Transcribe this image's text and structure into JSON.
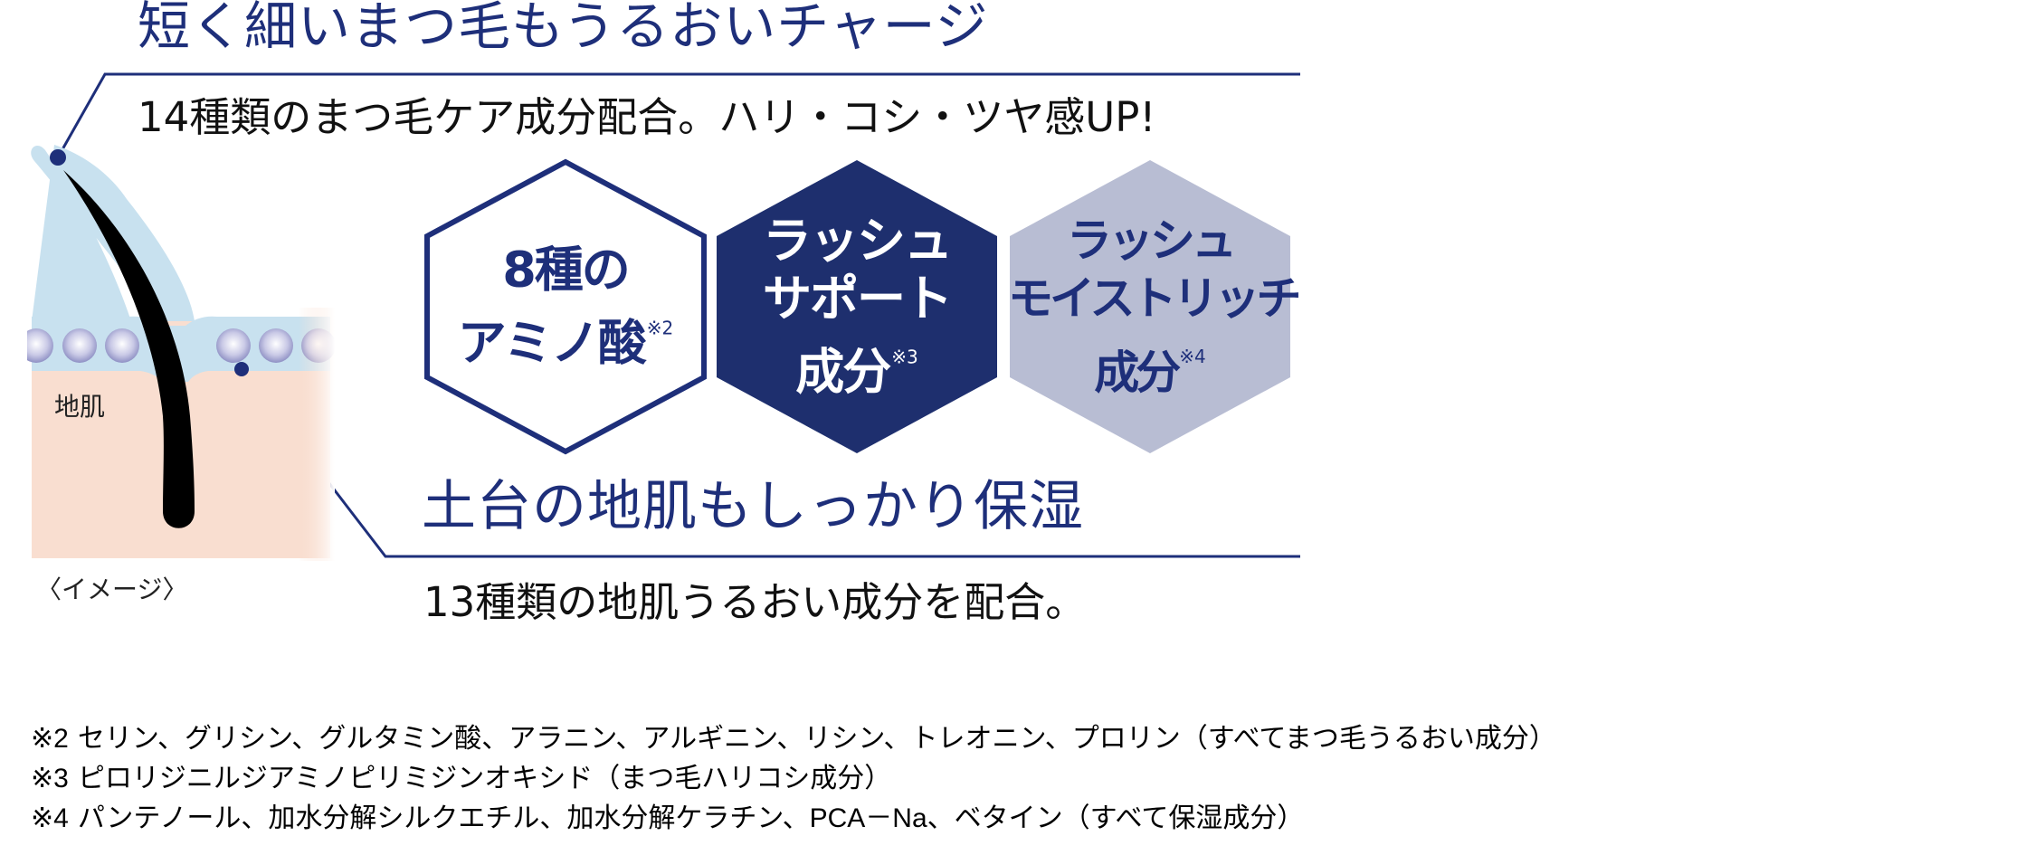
{
  "colors": {
    "navy": "#1e2f7a",
    "light_lavender": "#b8bdd3",
    "sky_blue": "#c8e1ef",
    "skin_peach": "#f9ded0",
    "text_black": "#111111"
  },
  "eyelash_section": {
    "heading": "短く細いまつ毛もうるおいチャージ",
    "subtext": "14種類のまつ毛ケア成分配合。ハリ・コシ・ツヤ感UP!"
  },
  "badges": [
    {
      "lines": [
        "8種の",
        "アミノ酸"
      ],
      "note": "※2",
      "style": "outline"
    },
    {
      "lines": [
        "ラッシュ",
        "サポート",
        "成分"
      ],
      "note": "※3",
      "style": "navy-filled"
    },
    {
      "lines": [
        "ラッシュ",
        "モイストリッチ",
        "成分"
      ],
      "note": "※4",
      "style": "lavender-filled"
    }
  ],
  "scalp_section": {
    "heading": "土台の地肌もしっかり保湿",
    "subtext": "13種類の地肌うるおい成分を配合。"
  },
  "illustration": {
    "skin_label": "地肌",
    "caption": "〈イメージ〉"
  },
  "footnotes": [
    {
      "mark": "※2",
      "text": "セリン、グリシン、グルタミン酸、アラニン、アルギニン、リシン、トレオニン、プロリン（すべてまつ毛うるおい成分）"
    },
    {
      "mark": "※3",
      "text": "ピロリジニルジアミノピリミジンオキシド（まつ毛ハリコシ成分）"
    },
    {
      "mark": "※4",
      "text": "パンテノール、加水分解シルクエチル、加水分解ケラチン、PCA－Na、ベタイン（すべて保湿成分）"
    }
  ]
}
